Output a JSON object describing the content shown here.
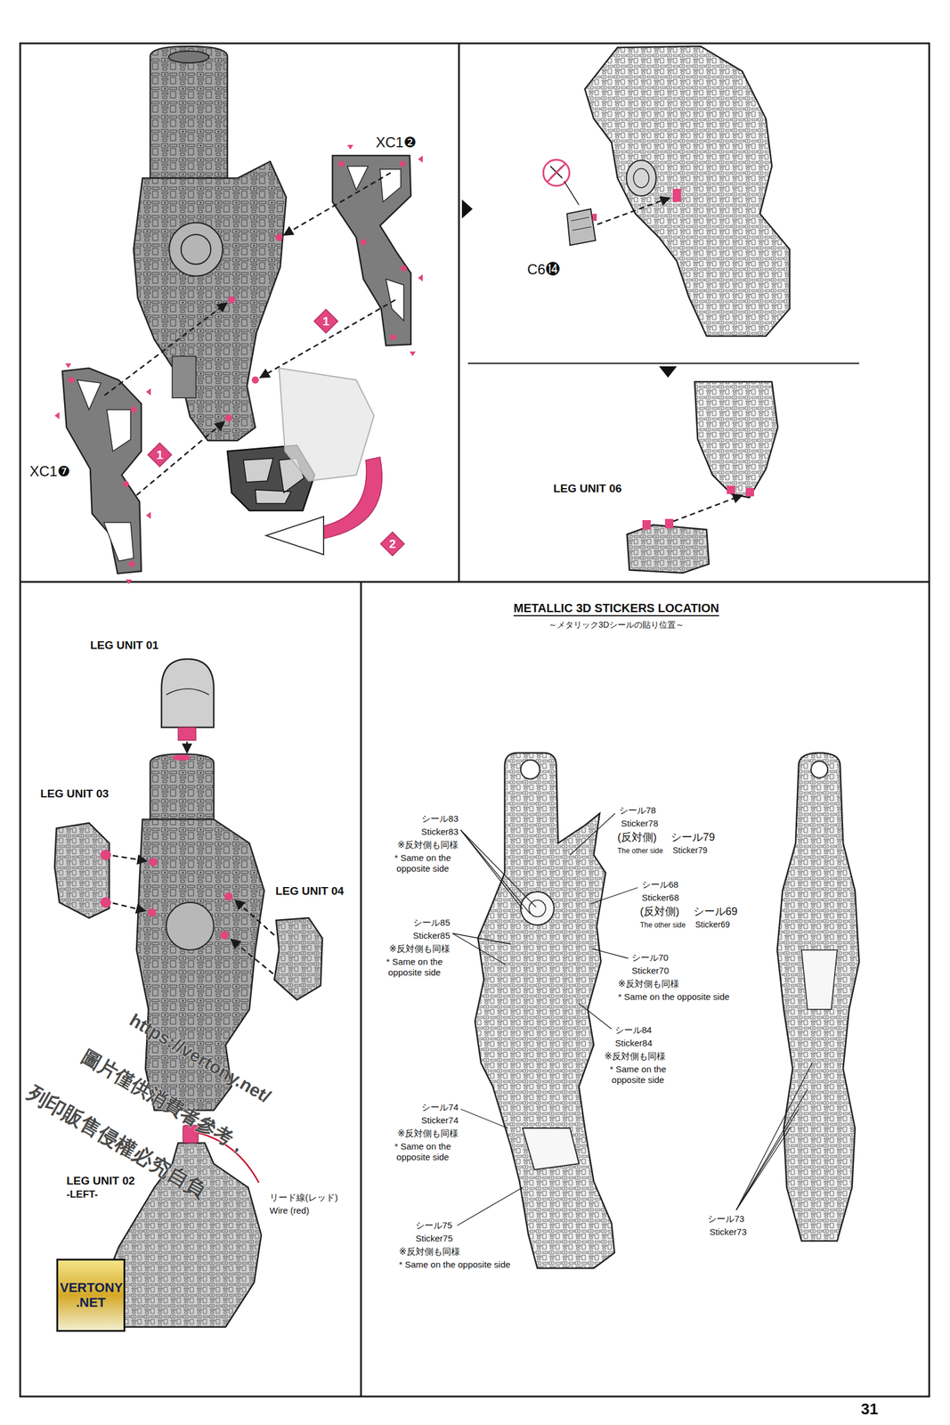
{
  "diagram": {
    "nodes": [
      {
        "text": [
          "1"
        ]
      },
      {
        "text": [
          "1"
        ]
      },
      {
        "text": [
          "2"
        ]
      },
      {
        "text": [
          "VERTONY .NET"
        ]
      }
    ],
    "labels": [
      "XC1❷",
      "XC1❼",
      "C6⓮",
      "LEG UNIT 06",
      "LEG UNIT 01",
      "LEG UNIT 03",
      "LEG UNIT 04",
      "LEG UNIT 02",
      "-LEFT-",
      "リード線(レッド)",
      "Wire (red)",
      "https://vertony.net/",
      "圖片僅供消費者參考，",
      "列印販售侵權必究自負",
      "METALLIC 3D STICKERS LOCATION",
      "～メタリック3Dシールの貼り位置～",
      "シール83",
      "Sticker83",
      "※反対側も同様",
      "* Same on the opposite side",
      "シール85",
      "Sticker85",
      "※反対側も同様",
      "* Same on the opposite side",
      "シール74",
      "Sticker74",
      "※反対側も同様",
      "* Same on the opposite side",
      "シール75",
      "Sticker75",
      "※反対側も同様",
      "* Same on the opposite side",
      "シール78",
      "Sticker78",
      "(反対側)",
      "シール79",
      "The other side",
      "Sticker79",
      "シール68",
      "Sticker68",
      "(反対側)",
      "シール69",
      "The other side",
      "Sticker69",
      "シール70",
      "Sticker70",
      "※反対側も同様",
      "* Same on the opposite side",
      "シール84",
      "Sticker84",
      "※反対側も同様",
      "* Same on the opposite side",
      "シール73",
      "Sticker73",
      "31"
    ]
  }
}
